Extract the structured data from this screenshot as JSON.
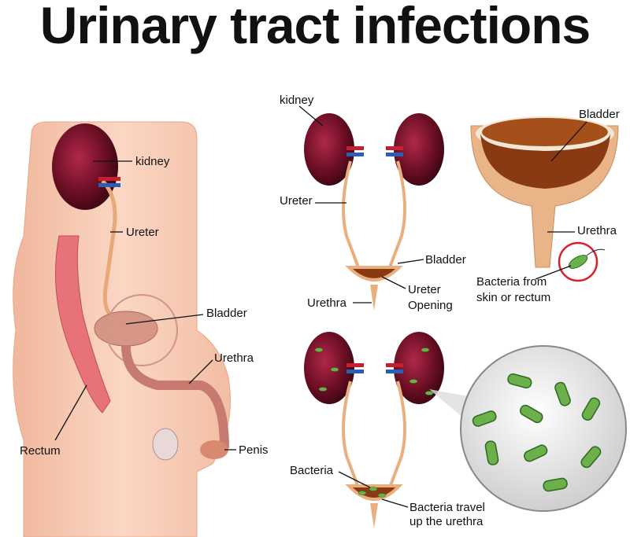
{
  "title": "Urinary tract infections",
  "left_figure": {
    "labels": {
      "kidney": "kidney",
      "ureter": "Ureter",
      "bladder": "Bladder",
      "urethra": "Urethra",
      "rectum": "Rectum",
      "penis": "Penis"
    }
  },
  "top_middle": {
    "labels": {
      "kidney": "kidney",
      "ureter": "Ureter",
      "bladder": "Bladder",
      "ureter_opening_line1": "Ureter",
      "ureter_opening_line2": "Opening",
      "urethra": "Urethra"
    }
  },
  "top_right": {
    "labels": {
      "bladder": "Bladder",
      "urethra": "Urethra",
      "bacteria_line1": "Bacteria from",
      "bacteria_line2": "skin or rectum"
    }
  },
  "bottom": {
    "labels": {
      "bacteria": "Bacteria",
      "travel_line1": "Bacteria travel",
      "travel_line2": "up the urethra"
    }
  },
  "colors": {
    "skin": "#f6c8b0",
    "kidney": "#7a1228",
    "bladder_fill": "#8a3a12",
    "bacteria": "#6bb04a",
    "highlight": "#d8202a"
  }
}
